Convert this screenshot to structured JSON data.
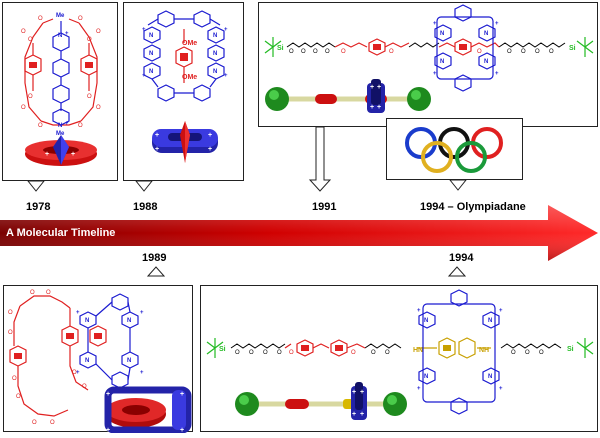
{
  "timeline": {
    "label": "A Molecular Timeline"
  },
  "years": {
    "y1978": "1978",
    "y1988": "1988",
    "y1991": "1991",
    "y1994_olympiadane": "1994 – Olympiadane",
    "y1989": "1989",
    "y1994": "1994"
  },
  "panels": {
    "p1978": {
      "labels": {
        "me_top": "Me",
        "me_bottom": "Me"
      }
    },
    "p1988": {
      "labels": {
        "ome_top": "OMe",
        "ome_bottom": "OMe"
      }
    },
    "p1991": {
      "labels": {
        "si_left": "Si",
        "si_right": "Si"
      }
    },
    "p1994": {
      "labels": {
        "si_left": "Si",
        "si_right": "Si",
        "nh_left": "HN",
        "nh_right": "NH"
      }
    }
  },
  "colors": {
    "red": "#e02020",
    "blue": "#1a1ad0",
    "green": "#22bb22",
    "gold": "#c8a000",
    "rings": [
      "#1a3ccc",
      "#e0b020",
      "#111111",
      "#1a9a3a",
      "#e02020"
    ],
    "arrow_dark": "#7a0000",
    "arrow_bright": "#ff2020"
  },
  "icons": {
    "connector": "down-arrow-icon",
    "olympic": "olympic-rings-icon"
  }
}
